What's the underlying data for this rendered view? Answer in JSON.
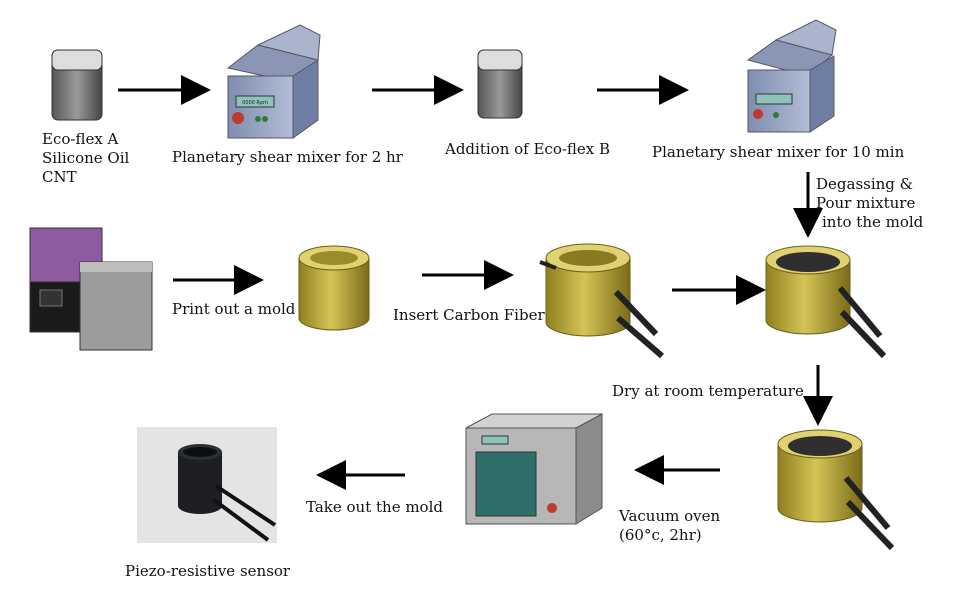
{
  "steps": {
    "ingredients": {
      "line1": "Eco-flex A",
      "line2": "Silicone Oil",
      "line3": "CNT"
    },
    "mix_2hr": "Planetary shear mixer for 2 hr",
    "add_b": "Addition of Eco-flex B",
    "mix_10min": "Planetary shear mixer for 10 min",
    "degas": {
      "line1": "Degassing &",
      "line2": "Pour mixture",
      "line3": "into the mold"
    },
    "print_mold": "Print out a mold",
    "insert_cf": "Insert Carbon Fiber",
    "dry": "Dry at room temperature",
    "vacuum": {
      "line1": "Vacuum oven",
      "line2": "(60°c, 2hr)"
    },
    "take_out": "Take out the mold",
    "sensor": "Piezo-resistive sensor"
  },
  "mixer_panel_text": "0000 Rpm",
  "colors": {
    "mold": "#c8b43a",
    "mixer": "#9aa7c2",
    "arrow": "#000000",
    "oven_window": "#2f6f6a"
  }
}
